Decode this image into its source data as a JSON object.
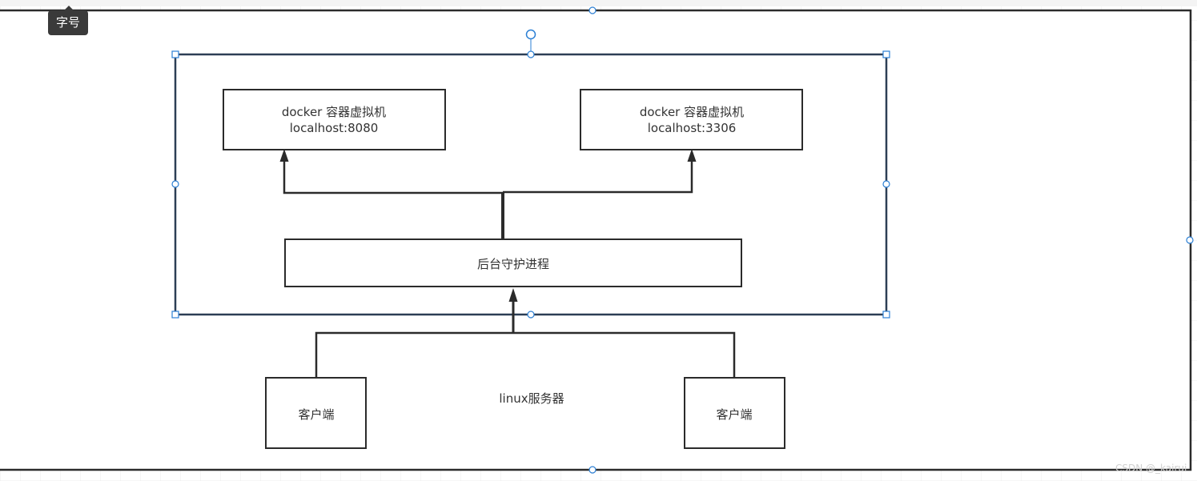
{
  "tooltip": {
    "label": "字号"
  },
  "diagram": {
    "docker_vm_1": {
      "line1": "docker 容器虚拟机",
      "line2": "localhost:8080"
    },
    "docker_vm_2": {
      "line1": "docker 容器虚拟机",
      "line2": "localhost:3306"
    },
    "daemon": {
      "label": "后台守护进程"
    },
    "server": {
      "label": "linux服务器"
    },
    "client_1": {
      "label": "客户端"
    },
    "client_2": {
      "label": "客户端"
    }
  },
  "watermark": {
    "text": "CSDN @_kairui"
  },
  "colors": {
    "selection_border": "#2c3e55",
    "handle": "#2b7fd4",
    "stroke": "#2b2b2b",
    "grid": "#ececec"
  }
}
